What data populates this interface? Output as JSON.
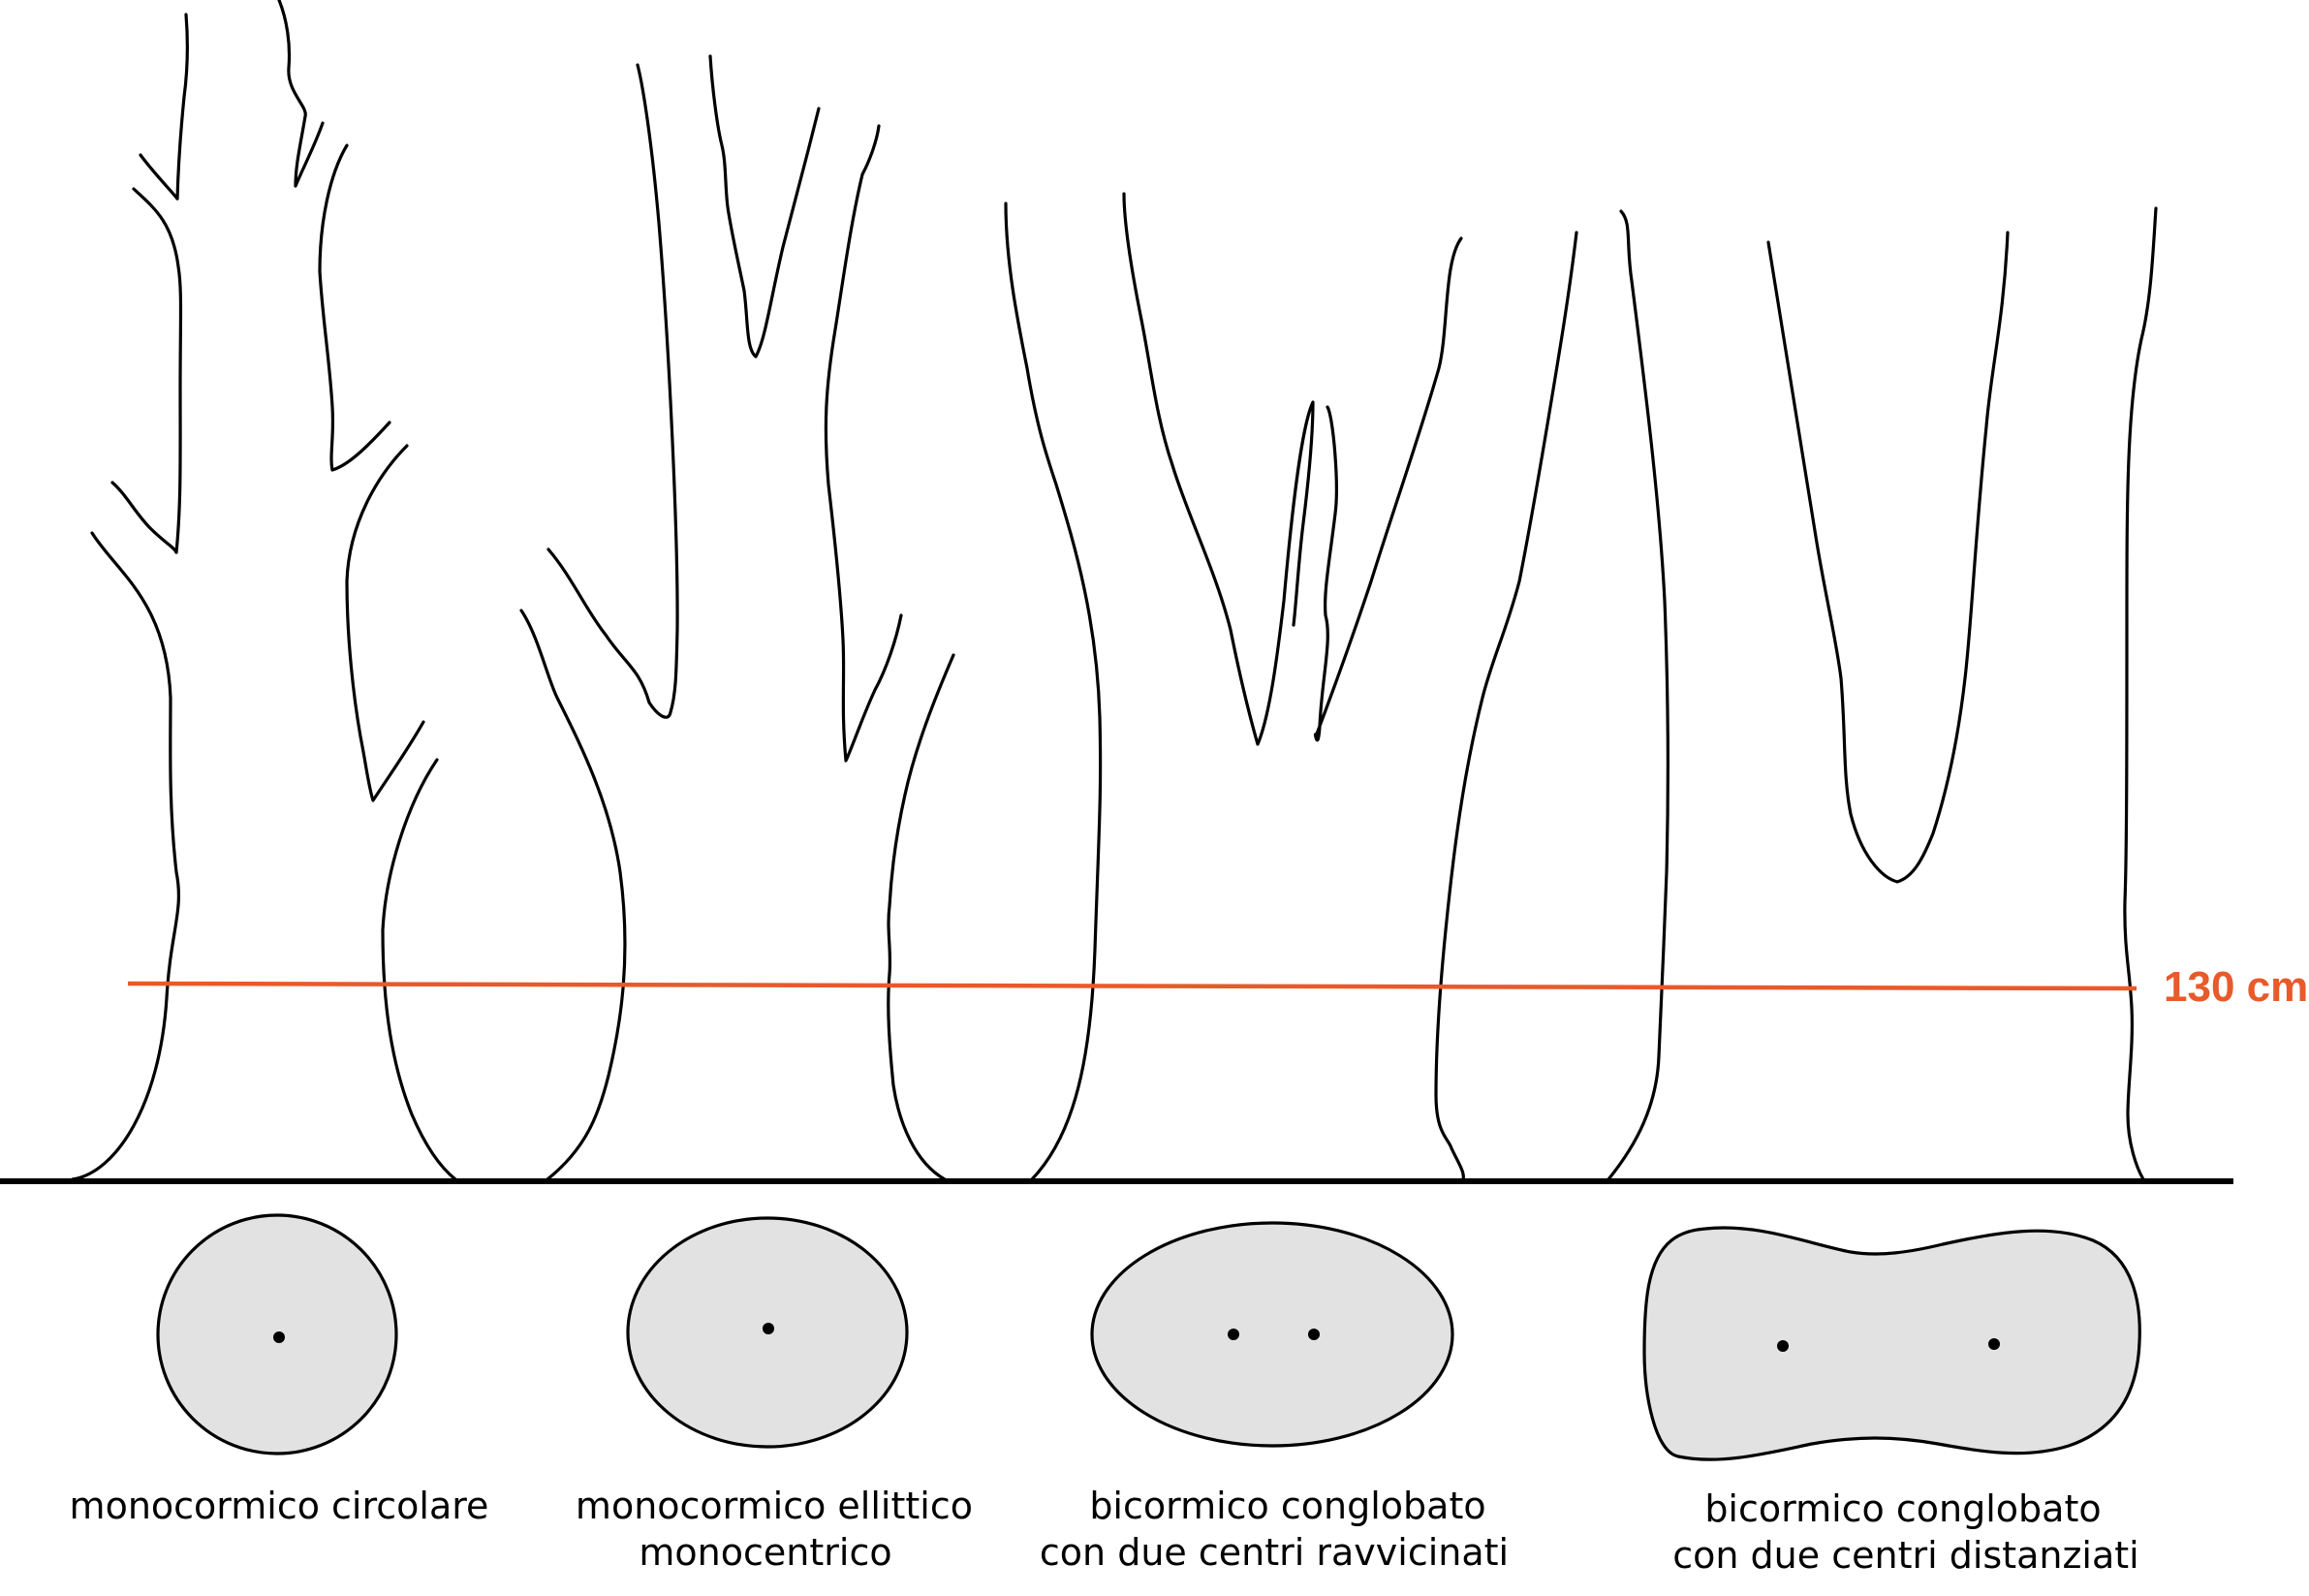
{
  "reference_line": {
    "label": "130 cm",
    "color": "#e85a2a"
  },
  "colors": {
    "section_fill": "#e2e2e2",
    "outline": "#000000"
  },
  "trunk_types": [
    {
      "caption_lines": [
        "monocormico circolare"
      ],
      "section_shape": "circle",
      "centers": 1
    },
    {
      "caption_lines": [
        "monocormico ellittico",
        "monocentrico"
      ],
      "section_shape": "ellipse",
      "centers": 1
    },
    {
      "caption_lines": [
        "bicormico conglobato",
        "con due centri ravvicinati"
      ],
      "section_shape": "ellipse",
      "centers": 2
    },
    {
      "caption_lines": [
        "bicormico conglobato",
        "con due centri distanziati"
      ],
      "section_shape": "peanut",
      "centers": 2
    }
  ]
}
